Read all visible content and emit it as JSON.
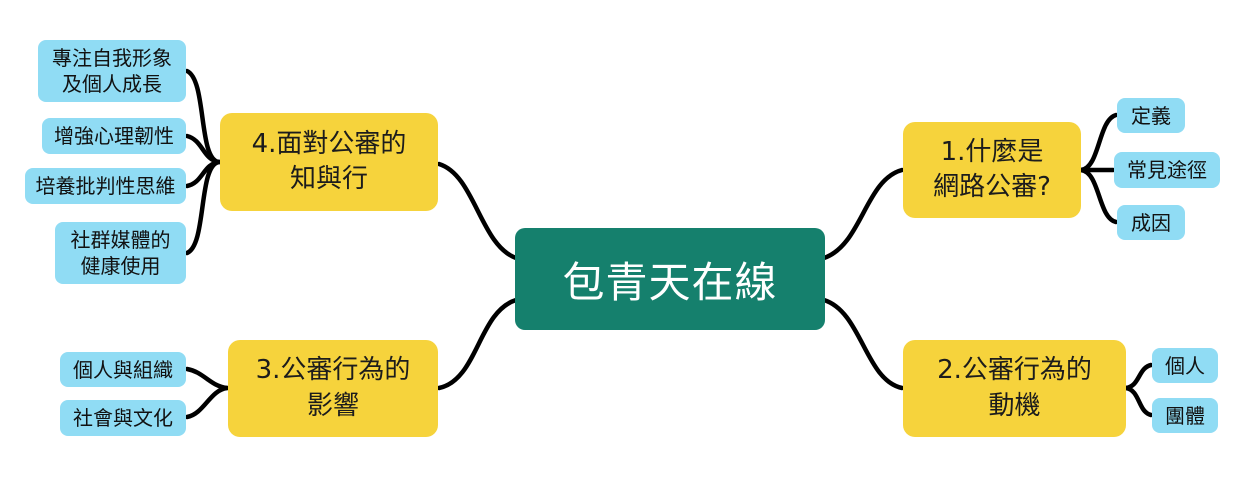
{
  "center": {
    "label": "包青天在線"
  },
  "branches": [
    {
      "label": "1.什麼是\n網路公審?",
      "children": [
        "定義",
        "常見途徑",
        "成因"
      ]
    },
    {
      "label": "2.公審行為的\n動機",
      "children": [
        "個人",
        "團體"
      ]
    },
    {
      "label": "3.公審行為的\n影響",
      "children": [
        "個人與組織",
        "社會與文化"
      ]
    },
    {
      "label": "4.面對公審的\n知與行",
      "children": [
        "專注自我形象\n及個人成長",
        "增強心理韌性",
        "培養批判性思維",
        "社群媒體的\n健康使用"
      ]
    }
  ],
  "colors": {
    "center_bg": "#15806D",
    "center_text": "#FFFFFF",
    "branch_bg": "#F6D33C",
    "child_bg": "#90DCF4",
    "line": "#000000"
  }
}
